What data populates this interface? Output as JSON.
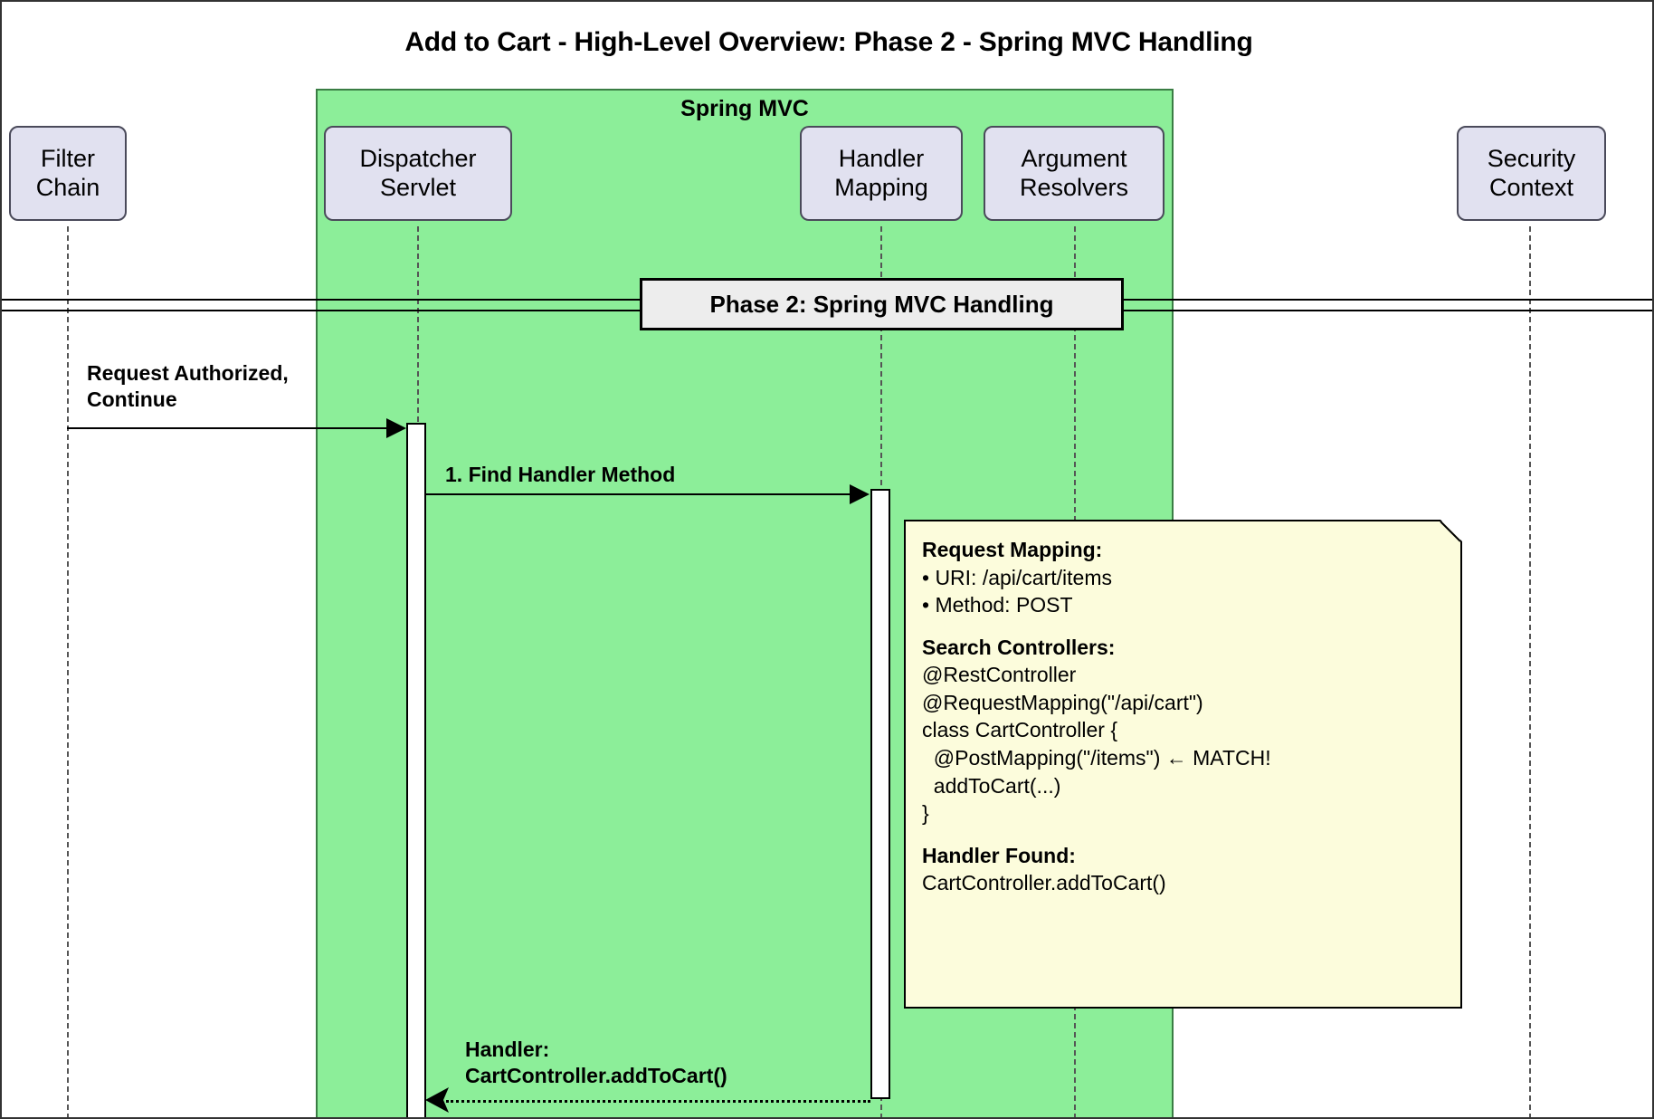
{
  "title": "Add to Cart - High-Level Overview: Phase 2 - Spring MVC Handling",
  "group": {
    "label": "Spring MVC",
    "color": "#8CEE99"
  },
  "participants": [
    {
      "name": "filter-chain",
      "line1": "Filter",
      "line2": "Chain"
    },
    {
      "name": "dispatcher-servlet",
      "line1": "Dispatcher",
      "line2": "Servlet"
    },
    {
      "name": "handler-mapping",
      "line1": "Handler",
      "line2": "Mapping"
    },
    {
      "name": "argument-resolvers",
      "line1": "Argument",
      "line2": "Resolvers"
    },
    {
      "name": "security-context",
      "line1": "Security",
      "line2": "Context"
    }
  ],
  "phase_divider": {
    "label": "Phase 2: Spring MVC Handling"
  },
  "messages": [
    {
      "name": "request-authorized",
      "label": "Request Authorized,\nContinue",
      "kind": "call"
    },
    {
      "name": "find-handler-method",
      "label": "1. Find Handler Method",
      "kind": "call"
    },
    {
      "name": "handler-returned",
      "label": "Handler:\nCartController.addToCart()",
      "kind": "return"
    }
  ],
  "note": {
    "name": "request-mapping-note",
    "lines": [
      {
        "text": "Request Mapping:",
        "bold": true
      },
      {
        "text": "• URI: /api/cart/items",
        "bold": false
      },
      {
        "text": "• Method: POST",
        "bold": false
      },
      {
        "text": "",
        "bold": false,
        "spacer": true
      },
      {
        "text": "Search Controllers:",
        "bold": true
      },
      {
        "text": "@RestController",
        "bold": false
      },
      {
        "text": "@RequestMapping(\"/api/cart\")",
        "bold": false
      },
      {
        "text": "class CartController {",
        "bold": false
      },
      {
        "text": "  @PostMapping(\"/items\") ← MATCH!",
        "bold": false
      },
      {
        "text": "  addToCart(...)",
        "bold": false
      },
      {
        "text": "}",
        "bold": false
      },
      {
        "text": "",
        "bold": false,
        "spacer": true
      },
      {
        "text": "Handler Found:",
        "bold": true
      },
      {
        "text": "CartController.addToCart()",
        "bold": false
      }
    ]
  },
  "colors": {
    "group_fill": "#8CEE99",
    "participant_fill": "#E1E1F0",
    "note_fill": "#FCFCDC",
    "phase_fill": "#EDEDED",
    "stroke": "#000000"
  }
}
